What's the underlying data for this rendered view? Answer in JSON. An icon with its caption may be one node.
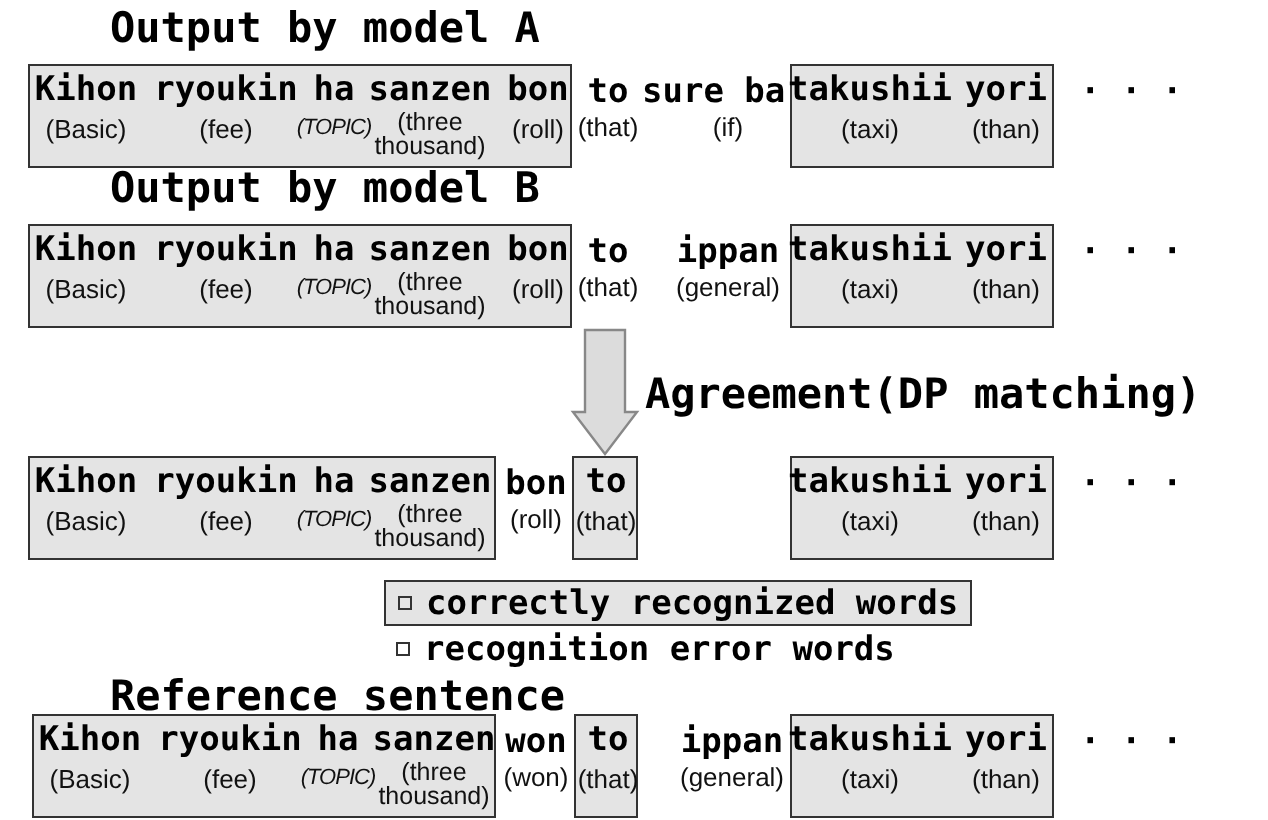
{
  "diagram": {
    "nodes": [
      {
        "text": [
          "Kihon",
          "(Basic)",
          "ryoukin",
          "(fee)",
          "ha",
          "(TOPIC)",
          "sanzen",
          "(three thousand)",
          "bon",
          "(roll)"
        ]
      },
      {
        "text": [
          "takushii",
          "(taxi)",
          "yori",
          "(than)"
        ]
      },
      {
        "text": [
          "Kihon",
          "(Basic)",
          "ryoukin",
          "(fee)",
          "ha",
          "(TOPIC)",
          "sanzen",
          "(three thousand)",
          "bon",
          "(roll)"
        ]
      },
      {
        "text": [
          "takushii",
          "(taxi)",
          "yori",
          "(than)"
        ]
      },
      {
        "text": [
          "Kihon",
          "(Basic)",
          "ryoukin",
          "(fee)",
          "ha",
          "(TOPIC)",
          "sanzen",
          "(three thousand)"
        ]
      },
      {
        "text": [
          "to",
          "(that)"
        ]
      },
      {
        "text": [
          "takushii",
          "(taxi)",
          "yori",
          "(than)"
        ]
      },
      {
        "text": [
          "Kihon",
          "(Basic)",
          "ryoukin",
          "(fee)",
          "ha",
          "(TOPIC)",
          "sanzen",
          "(three thousand)"
        ]
      },
      {
        "text": [
          "to",
          "(that)"
        ]
      },
      {
        "text": [
          "takushii",
          "(taxi)",
          "yori",
          "(than)"
        ]
      }
    ],
    "edges": [
      {
        "from": null,
        "to": 5,
        "arrow": "to",
        "label": "Agreement(DP matching)"
      }
    ],
    "labels": [
      "Output by model A",
      "to",
      "(that)",
      "sure ba",
      "(if)",
      "· · ·",
      "Output by model B",
      "to",
      "(that)",
      "ippan",
      "(general)",
      "· · ·",
      "bon",
      "(roll)",
      "· · ·",
      "Reference sentence",
      "won",
      "(won)",
      "ippan",
      "(general)",
      "· · ·"
    ],
    "legend": [
      {
        "text": "correctly recognized words",
        "color": "#e4e4e4"
      },
      {
        "text": "recognition error words",
        "color": "#ffffff"
      }
    ]
  }
}
